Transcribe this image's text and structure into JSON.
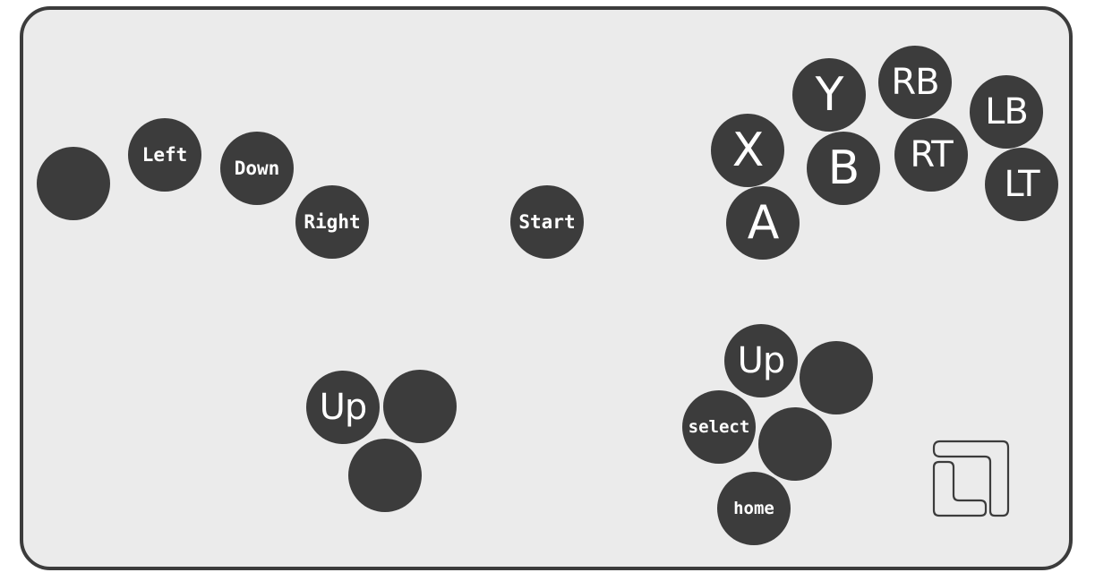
{
  "controller": {
    "left_cluster": {
      "left_label": "Left",
      "down_label": "Down",
      "right_label": "Right"
    },
    "center": {
      "start_label": "Start"
    },
    "face_buttons": {
      "x_label": "X",
      "y_label": "Y",
      "a_label": "A",
      "b_label": "B",
      "rb_label": "RB",
      "rt_label": "RT",
      "lb_label": "LB",
      "lt_label": "LT"
    },
    "bottom_left": {
      "up_label": "Up"
    },
    "bottom_right": {
      "up_label": "Up",
      "select_label": "select",
      "home_label": "home"
    }
  },
  "colors": {
    "panel_background": "#ebebeb",
    "panel_border": "#3c3c3c",
    "button_fill": "#3c3c3c",
    "button_text": "#ffffff"
  },
  "icons": {
    "brand_logo": "bracket-logo-icon"
  }
}
